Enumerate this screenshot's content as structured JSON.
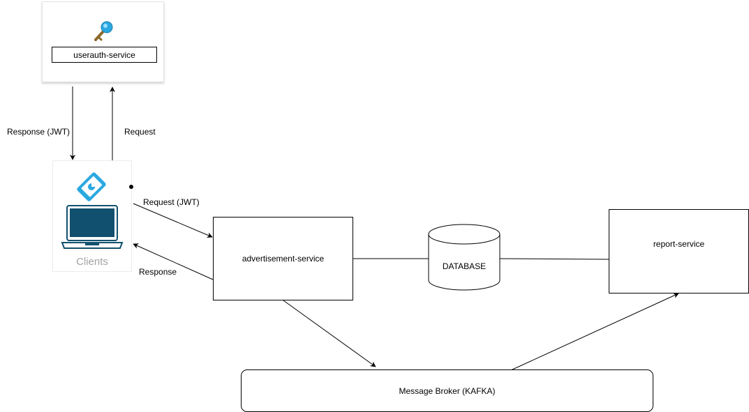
{
  "nodes": {
    "userauth": {
      "label": "userauth-service",
      "icon": "key-icon"
    },
    "clients": {
      "label": "Clients",
      "icons": [
        "tablet-icon",
        "laptop-icon"
      ]
    },
    "advertisement": {
      "label": "advertisement-service"
    },
    "database": {
      "label": "DATABASE"
    },
    "report": {
      "label": "report-service"
    },
    "broker": {
      "label": "Message Broker (KAFKA)"
    }
  },
  "edges": {
    "auth_response": {
      "label": "Response (JWT)",
      "from": "userauth",
      "to": "clients"
    },
    "auth_request": {
      "label": "Request",
      "from": "clients",
      "to": "userauth"
    },
    "adv_request": {
      "label": "Request (JWT)",
      "from": "clients",
      "to": "advertisement"
    },
    "adv_response": {
      "label": "Response",
      "from": "advertisement",
      "to": "clients"
    },
    "adv_db": {
      "label": "",
      "from": "advertisement",
      "to": "database"
    },
    "db_report": {
      "label": "",
      "from": "database",
      "to": "report"
    },
    "adv_broker": {
      "label": "",
      "from": "advertisement",
      "to": "broker"
    },
    "broker_report": {
      "label": "",
      "from": "broker",
      "to": "report"
    }
  },
  "colors": {
    "stroke": "#000000",
    "icon_blue": "#2aa8e0",
    "laptop_dark": "#11506e",
    "clients_text": "#a3a3a3"
  }
}
